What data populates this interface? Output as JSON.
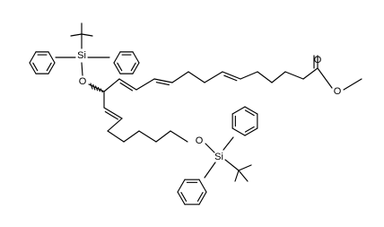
{
  "molecule": {
    "atoms": {
      "carbonyl_o": "O",
      "ester_o": "O",
      "upper_silyl_ether_o": "O",
      "upper_si": "Si",
      "lower_silyl_ether_o": "O",
      "lower_si": "Si"
    }
  }
}
